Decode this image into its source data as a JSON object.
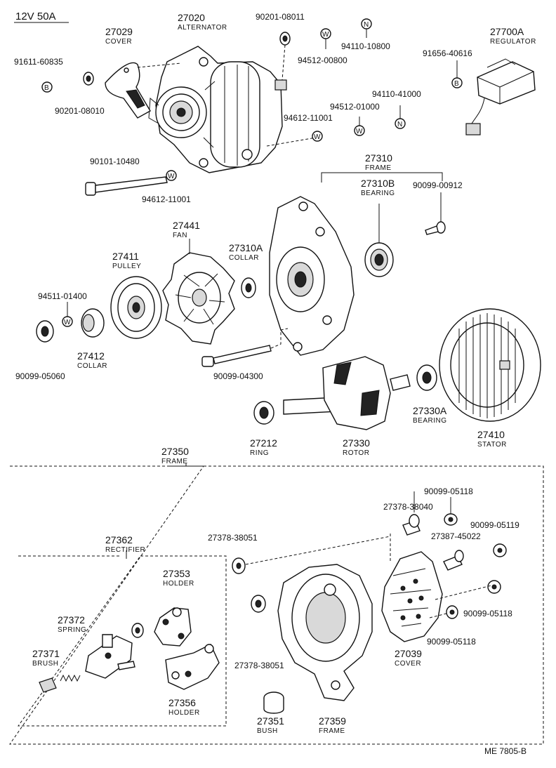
{
  "header": {
    "spec": "12V 50A",
    "ref": "ME 7805-B"
  },
  "labels": [
    {
      "id": "p27020",
      "num": "27020",
      "name": "ALTERNATOR"
    },
    {
      "id": "p27029",
      "num": "27029",
      "name": "COVER"
    },
    {
      "id": "p91611",
      "num": "91611-60835",
      "name": ""
    },
    {
      "id": "p90201a",
      "num": "90201-08010",
      "name": ""
    },
    {
      "id": "p90201b",
      "num": "90201-08011",
      "name": ""
    },
    {
      "id": "p94512a",
      "num": "94512-00800",
      "name": ""
    },
    {
      "id": "p94110a",
      "num": "94110-10800",
      "name": ""
    },
    {
      "id": "p27700A",
      "num": "27700A",
      "name": "REGULATOR"
    },
    {
      "id": "p91656",
      "num": "91656-40616",
      "name": ""
    },
    {
      "id": "p94110b",
      "num": "94110-41000",
      "name": ""
    },
    {
      "id": "p94512b",
      "num": "94512-01000",
      "name": ""
    },
    {
      "id": "p94612a",
      "num": "94612-11001",
      "name": ""
    },
    {
      "id": "p90101",
      "num": "90101-10480",
      "name": ""
    },
    {
      "id": "p94612b",
      "num": "94612-11001",
      "name": ""
    },
    {
      "id": "p27310",
      "num": "27310",
      "name": "FRAME"
    },
    {
      "id": "p27310B",
      "num": "27310B",
      "name": "BEARING"
    },
    {
      "id": "p90099a",
      "num": "90099-00912",
      "name": ""
    },
    {
      "id": "p27441",
      "num": "27441",
      "name": "FAN"
    },
    {
      "id": "p27310A",
      "num": "27310A",
      "name": "COLLAR"
    },
    {
      "id": "p27411",
      "num": "27411",
      "name": "PULLEY"
    },
    {
      "id": "p94511",
      "num": "94511-01400",
      "name": ""
    },
    {
      "id": "p27412",
      "num": "27412",
      "name": "COLLAR"
    },
    {
      "id": "p90099b",
      "num": "90099-05060",
      "name": ""
    },
    {
      "id": "p90099c",
      "num": "90099-04300",
      "name": ""
    },
    {
      "id": "p27212",
      "num": "27212",
      "name": "RING"
    },
    {
      "id": "p27330",
      "num": "27330",
      "name": "ROTOR"
    },
    {
      "id": "p27330A",
      "num": "27330A",
      "name": "BEARING"
    },
    {
      "id": "p27410",
      "num": "27410",
      "name": "STATOR"
    },
    {
      "id": "p27350",
      "num": "27350",
      "name": "FRAME"
    },
    {
      "id": "p90099d",
      "num": "90099-05118",
      "name": ""
    },
    {
      "id": "p27378a",
      "num": "27378-38040",
      "name": ""
    },
    {
      "id": "p27362",
      "num": "27362",
      "name": "RECTIFIER"
    },
    {
      "id": "p27378b",
      "num": "27378-38051",
      "name": ""
    },
    {
      "id": "p90099e",
      "num": "90099-05119",
      "name": ""
    },
    {
      "id": "p27387",
      "num": "27387-45022",
      "name": ""
    },
    {
      "id": "p27353",
      "num": "27353",
      "name": "HOLDER"
    },
    {
      "id": "p27372",
      "num": "27372",
      "name": "SPRING"
    },
    {
      "id": "p27371",
      "num": "27371",
      "name": "BRUSH"
    },
    {
      "id": "p27378c",
      "num": "27378-38051",
      "name": ""
    },
    {
      "id": "p90099f",
      "num": "90099-05118",
      "name": ""
    },
    {
      "id": "p90099g",
      "num": "90099-05118",
      "name": ""
    },
    {
      "id": "p27039",
      "num": "27039",
      "name": "COVER"
    },
    {
      "id": "p27356",
      "num": "27356",
      "name": "HOLDER"
    },
    {
      "id": "p27351",
      "num": "27351",
      "name": "BUSH"
    },
    {
      "id": "p27359",
      "num": "27359",
      "name": "FRAME"
    }
  ],
  "markers": {
    "B": "B",
    "W": "W",
    "N": "N"
  }
}
